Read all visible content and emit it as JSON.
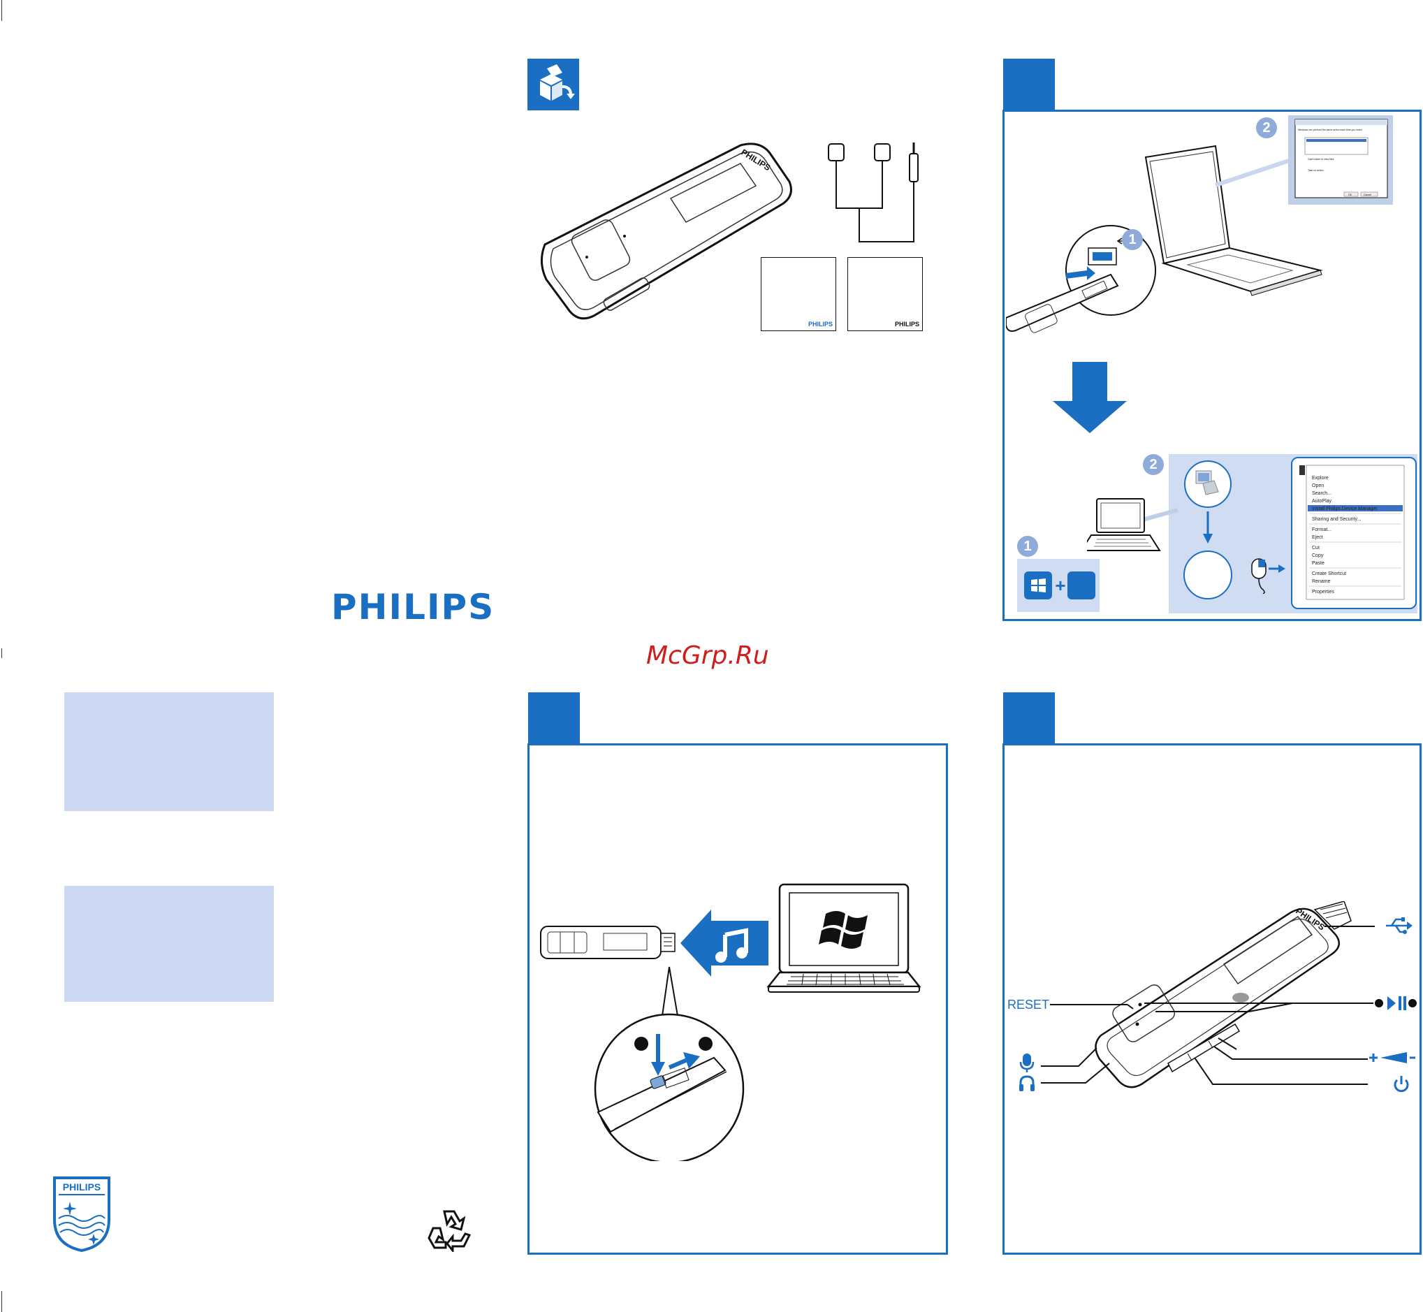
{
  "colors": {
    "brand_blue": "#1a6fc3",
    "light_blue": "#cdd9f2",
    "watermark_red": "#cc1f1f"
  },
  "brand": {
    "wordmark": "PHILIPS",
    "shield_text": "PHILIPS",
    "device_text": "PHILIPS"
  },
  "watermark": "McGrp.Ru",
  "box_contents": {
    "card_label_1": "PHILIPS",
    "card_label_2": "PHILIPS"
  },
  "install_panel": {
    "step_1": "1",
    "step_2": "2",
    "context_menu": [
      "Explore",
      "Open",
      "Search...",
      "AutoPlay",
      "Install Philips Device Manager",
      "Sharing and Security...",
      "Format...",
      "Eject",
      "Cut",
      "Copy",
      "Paste",
      "Create Shortcut",
      "Rename",
      "Properties"
    ],
    "dialog": {
      "title": "Windows can perform the same action each time you insert",
      "open_folder": "Open folder to view files",
      "take_no_action": "Take no action",
      "ok": "OK",
      "cancel": "Cancel"
    }
  },
  "overview_panel": {
    "reset_label": "RESET"
  },
  "icons": [
    "box-open-icon",
    "usb-icon",
    "music-note-icon",
    "windows-logo-icon",
    "microphone-icon",
    "headphones-icon",
    "power-icon",
    "play-pause-icon",
    "volume-icon",
    "mouse-icon",
    "recycle-icon",
    "philips-shield-icon"
  ]
}
